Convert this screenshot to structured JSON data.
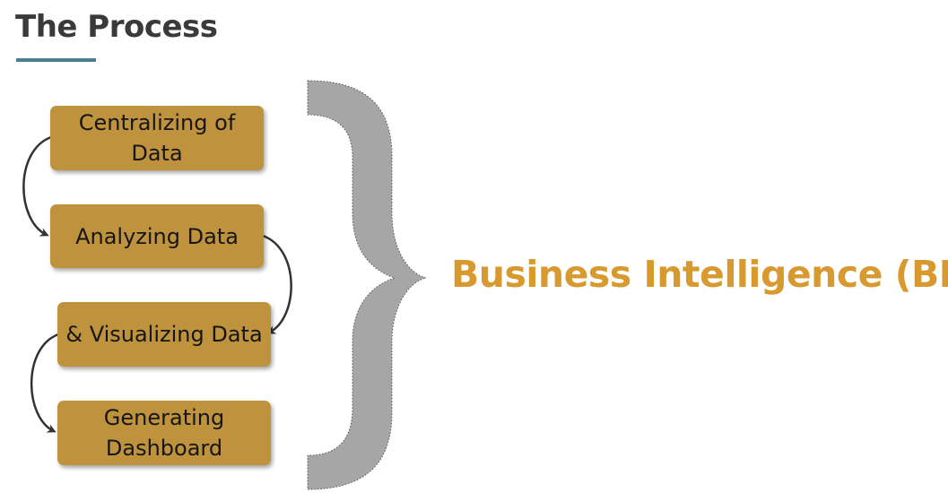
{
  "page": {
    "title": "The Process"
  },
  "steps": [
    {
      "label": "Centralizing of Data"
    },
    {
      "label": "Analyzing Data"
    },
    {
      "label": "& Visualizing Data"
    },
    {
      "label": "Generating Dashboard"
    }
  ],
  "result": {
    "label": "Business Intelligence (BI)"
  },
  "colors": {
    "title_text": "#3a3a3a",
    "title_underline": "#4a7f90",
    "step_fill": "#bf933e",
    "brace_fill": "#a6a6a6",
    "arrow": "#333333",
    "result_text": "#d8992f"
  }
}
